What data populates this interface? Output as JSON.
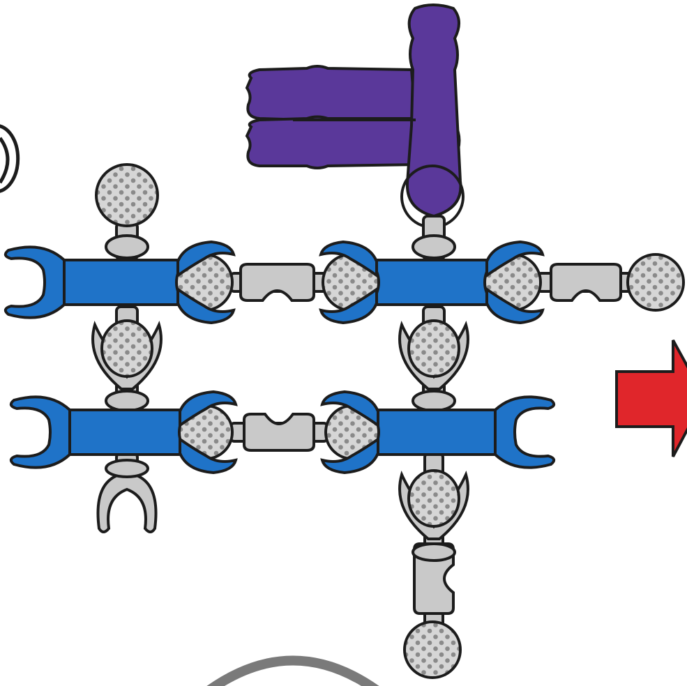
{
  "colors": {
    "blue": "#1f73c8",
    "purple": "#5a389a",
    "gray": "#c9c9c9",
    "ball": "#d6d6d6",
    "dot": "#8a8a8a",
    "red": "#e0262b",
    "stroke": "#1c1c1c",
    "ring": "#7a7a7a"
  },
  "components": {
    "purple_complex": "purple-antibody-dimer",
    "blue_linker": "blue-crosslinker",
    "gray_receptor": "gray-receptor",
    "ball": "dotted-ligand-ball",
    "arrow": "red-arrow"
  }
}
